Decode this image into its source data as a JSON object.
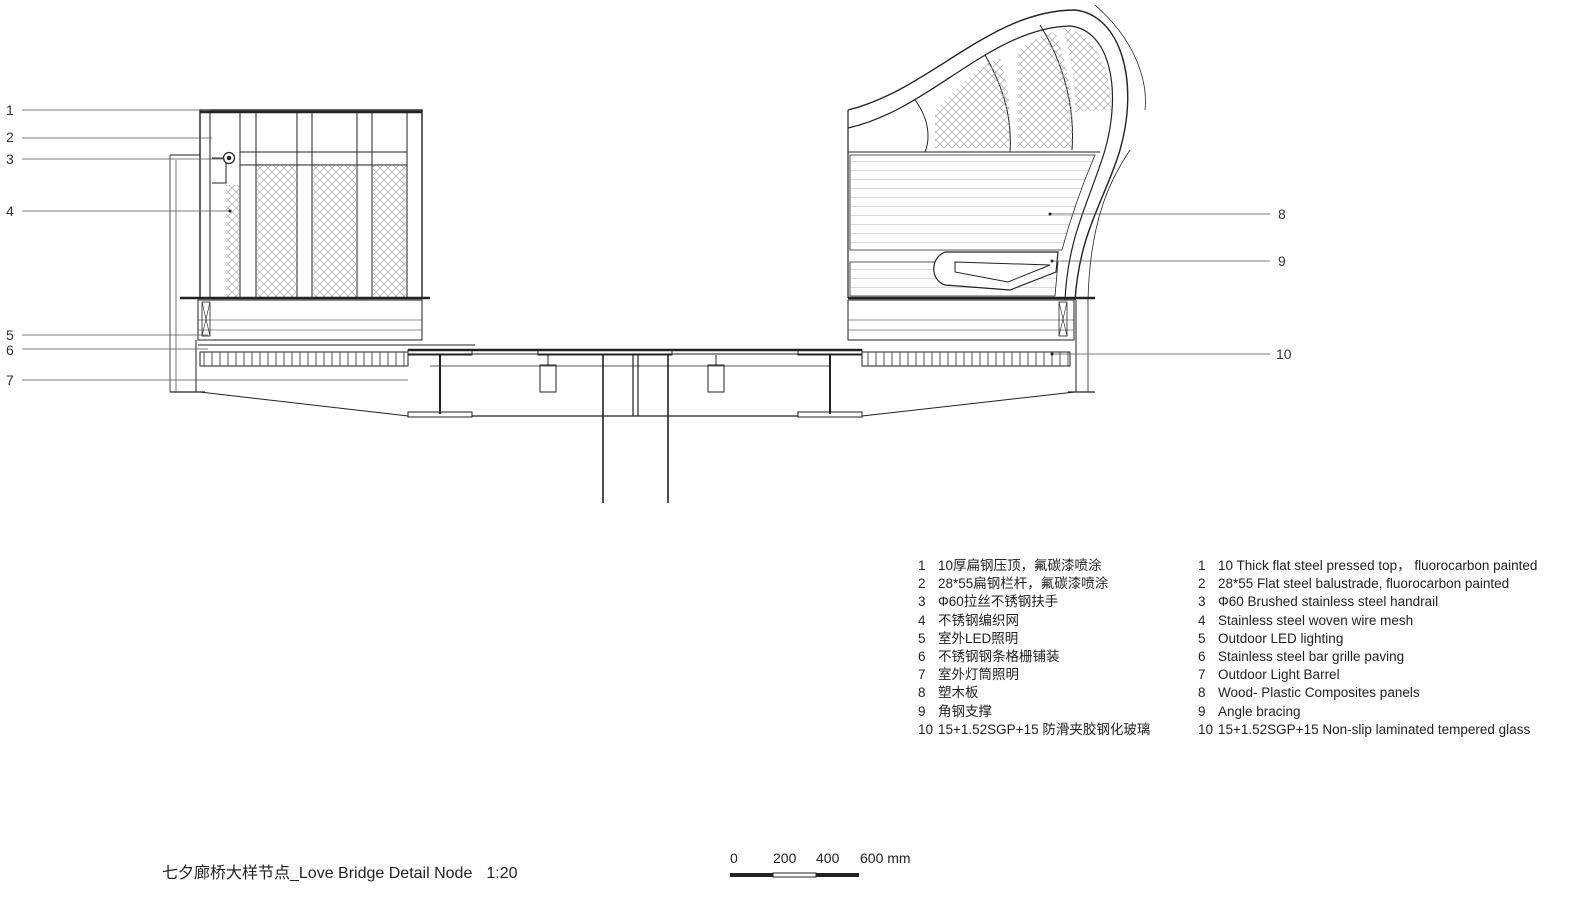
{
  "callouts": [
    "1",
    "2",
    "3",
    "4",
    "5",
    "6",
    "7",
    "8",
    "9",
    "10"
  ],
  "legend_cn": [
    {
      "num": "1",
      "text": "10厚扁钢压顶，氟碳漆喷涂"
    },
    {
      "num": "2",
      "text": "28*55扁钢栏杆，氟碳漆喷涂"
    },
    {
      "num": "3",
      "text": "Φ60拉丝不锈钢扶手"
    },
    {
      "num": "4",
      "text": "不锈钢编织网"
    },
    {
      "num": "5",
      "text": "室外LED照明"
    },
    {
      "num": "6",
      "text": "不锈钢钢条格栅铺装"
    },
    {
      "num": "7",
      "text": "室外灯筒照明"
    },
    {
      "num": "8",
      "text": "塑木板"
    },
    {
      "num": "9",
      "text": "角钢支撑"
    },
    {
      "num": "10",
      "text": "15+1.52SGP+15 防滑夹胶钢化玻璃"
    }
  ],
  "legend_en": [
    {
      "num": "1",
      "text": "10 Thick flat steel pressed top， fluorocarbon painted"
    },
    {
      "num": "2",
      "text": "28*55 Flat steel balustrade, fluorocarbon painted"
    },
    {
      "num": "3",
      "text": "Φ60 Brushed stainless steel handrail"
    },
    {
      "num": "4",
      "text": "Stainless steel woven wire mesh"
    },
    {
      "num": "5",
      "text": "Outdoor LED lighting"
    },
    {
      "num": "6",
      "text": "Stainless steel bar grille paving"
    },
    {
      "num": "7",
      "text": "Outdoor Light Barrel"
    },
    {
      "num": "8",
      "text": "Wood- Plastic Composites panels"
    },
    {
      "num": "9",
      "text": "Angle bracing"
    },
    {
      "num": "10",
      "text": "15+1.52SGP+15 Non-slip laminated tempered glass"
    }
  ],
  "title": {
    "name": "七夕廊桥大样节点_Love Bridge Detail Node",
    "scale": "1:20"
  },
  "scale_bar": {
    "ticks": [
      "0",
      "200",
      "400",
      "600 mm"
    ]
  },
  "colors": {
    "line": "#222222",
    "hatch": "#8a8a8a",
    "leader": "#555555"
  }
}
